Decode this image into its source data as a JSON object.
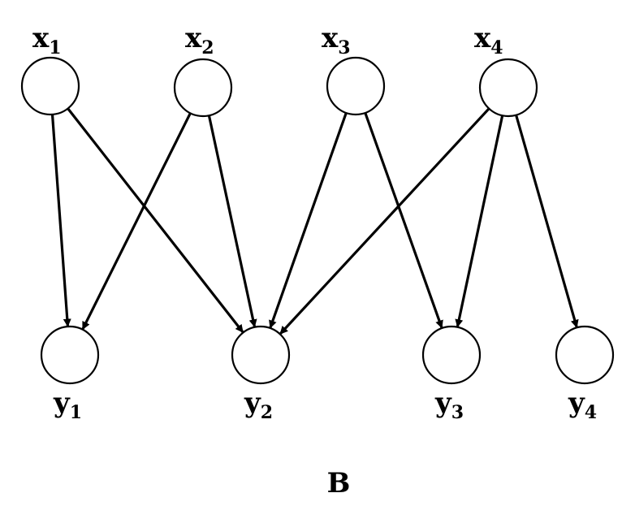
{
  "diagram": {
    "caption": "B",
    "top_nodes": [
      {
        "id": "x1",
        "base": "x",
        "sub": "1"
      },
      {
        "id": "x2",
        "base": "x",
        "sub": "2"
      },
      {
        "id": "x3",
        "base": "x",
        "sub": "3"
      },
      {
        "id": "x4",
        "base": "x",
        "sub": "4"
      }
    ],
    "bottom_nodes": [
      {
        "id": "y1",
        "base": "y",
        "sub": "1"
      },
      {
        "id": "y2",
        "base": "y",
        "sub": "2"
      },
      {
        "id": "y3",
        "base": "y",
        "sub": "3"
      },
      {
        "id": "y4",
        "base": "y",
        "sub": "4"
      }
    ],
    "edges": [
      {
        "from": "x1",
        "to": "y1"
      },
      {
        "from": "x1",
        "to": "y2"
      },
      {
        "from": "x2",
        "to": "y1"
      },
      {
        "from": "x2",
        "to": "y2"
      },
      {
        "from": "x3",
        "to": "y2"
      },
      {
        "from": "x3",
        "to": "y3"
      },
      {
        "from": "x4",
        "to": "y2"
      },
      {
        "from": "x4",
        "to": "y3"
      },
      {
        "from": "x4",
        "to": "y4"
      }
    ]
  }
}
